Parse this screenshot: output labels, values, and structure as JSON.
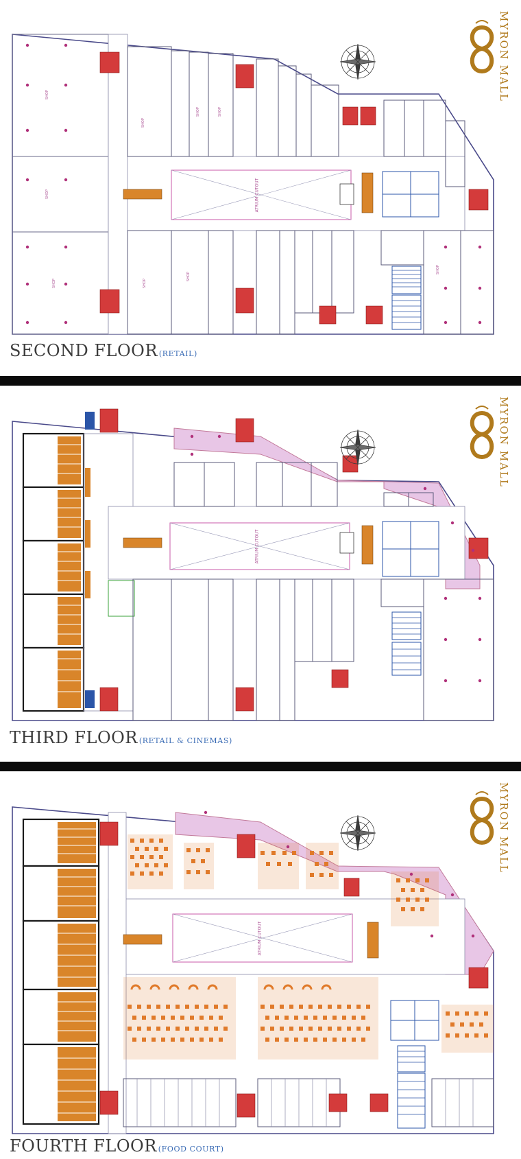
{
  "brand": {
    "name": "MYRON MALL",
    "gold": "#b07a1c"
  },
  "floors": [
    {
      "title": "SECOND FLOOR",
      "subtitle": "(RETAIL)",
      "atrium_label": "ATRIUM CUTOUT"
    },
    {
      "title": "THIRD FLOOR",
      "subtitle": "(RETAIL & CINEMAS)",
      "atrium_label": "ATRIUM CUTOUT"
    },
    {
      "title": "FOURTH FLOOR",
      "subtitle": "(FOOD COURT)",
      "atrium_label": "ATRIUM CUTOUT"
    }
  ],
  "colors": {
    "wall": "#5a5a7a",
    "core": "#d43b3b",
    "terrace": "#e8c6e6",
    "cinema_seats": "#d9852a",
    "seating": "#e07a2a",
    "stairs": "#2b55a8"
  }
}
